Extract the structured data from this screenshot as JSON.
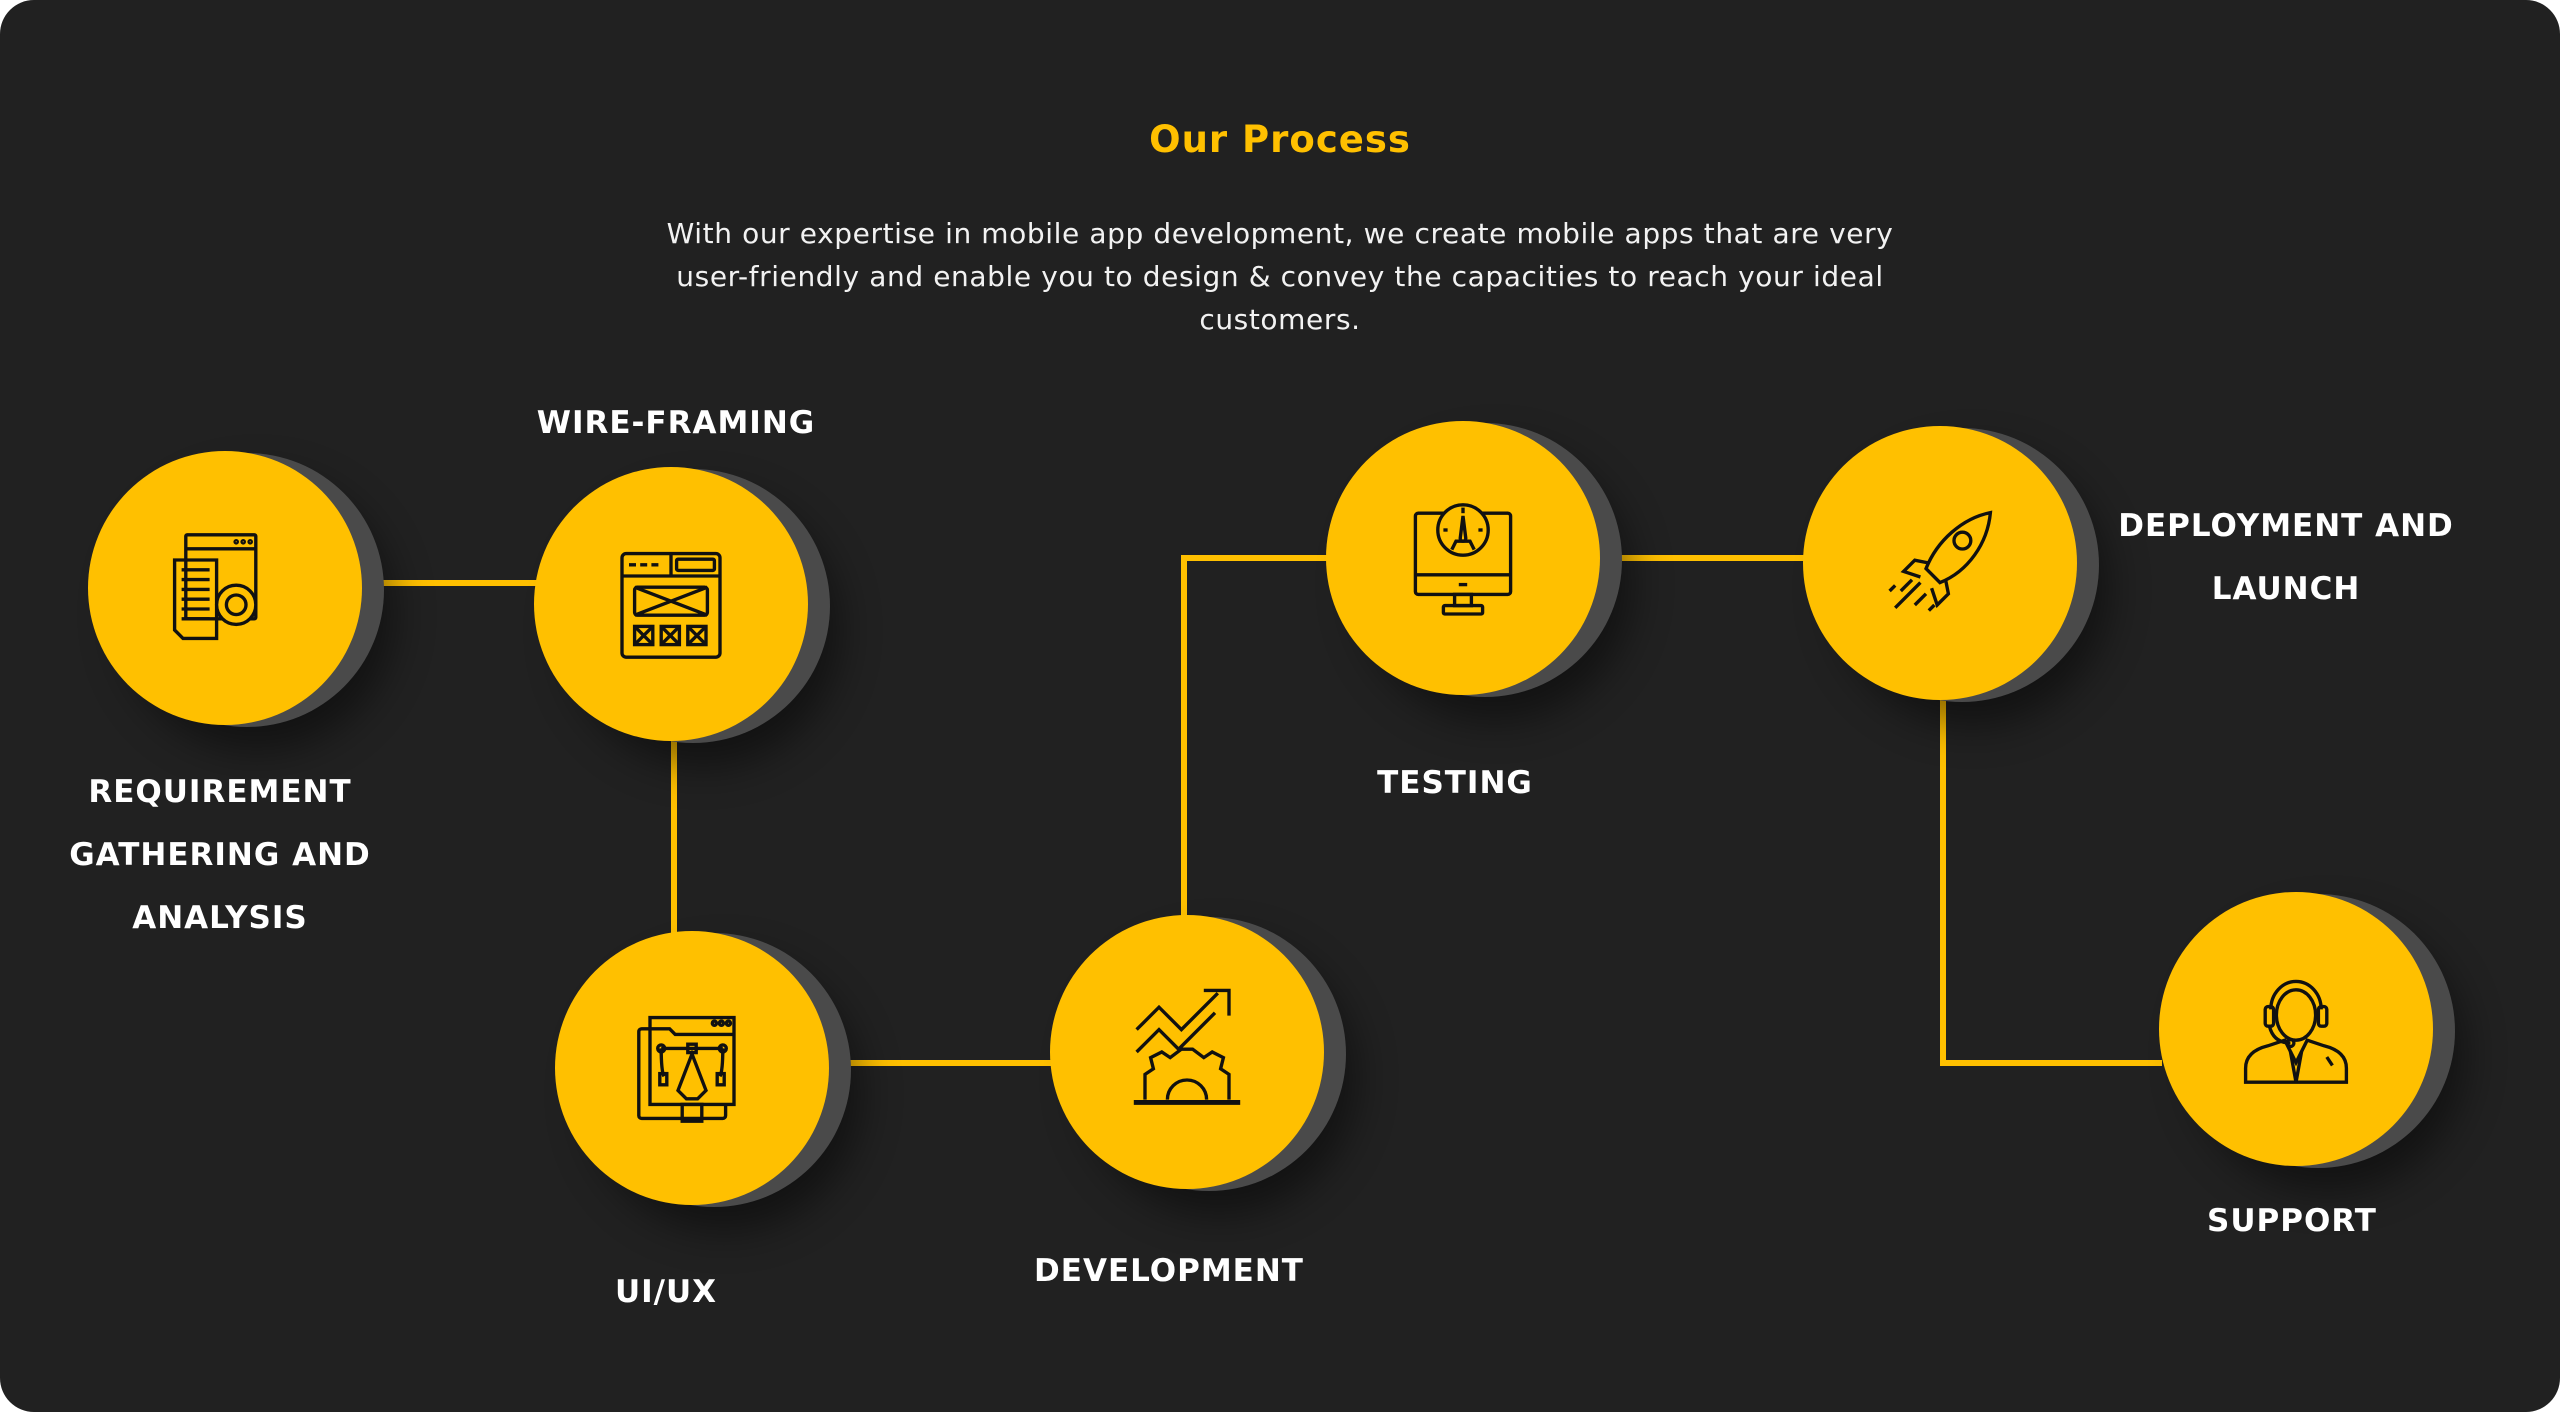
{
  "header": {
    "title": "Our Process",
    "intro_lines": [
      "With our expertise in mobile app development, we create mobile apps that are very",
      "user-friendly and enable you to design & convey the capacities to reach your ideal",
      "customers."
    ]
  },
  "colors": {
    "accent": "#ffc000",
    "background": "#212121",
    "shadow": "#4a4a4a",
    "text": "#ffffff"
  },
  "steps": [
    {
      "icon": "document-gear-icon",
      "label_lines": [
        "REQUIREMENT",
        "GATHERING AND",
        "ANALYSIS"
      ]
    },
    {
      "icon": "wireframe-icon",
      "label_lines": [
        "WIRE-FRAMING"
      ]
    },
    {
      "icon": "design-pen-tool-icon",
      "label_lines": [
        "UI/UX"
      ]
    },
    {
      "icon": "growth-gear-icon",
      "label_lines": [
        "DEVELOPMENT"
      ]
    },
    {
      "icon": "monitor-speedometer-icon",
      "label_lines": [
        "TESTING"
      ]
    },
    {
      "icon": "rocket-icon",
      "label_lines": [
        "DEPLOYMENT AND",
        "LAUNCH"
      ]
    },
    {
      "icon": "support-agent-icon",
      "label_lines": [
        "SUPPORT"
      ]
    }
  ]
}
